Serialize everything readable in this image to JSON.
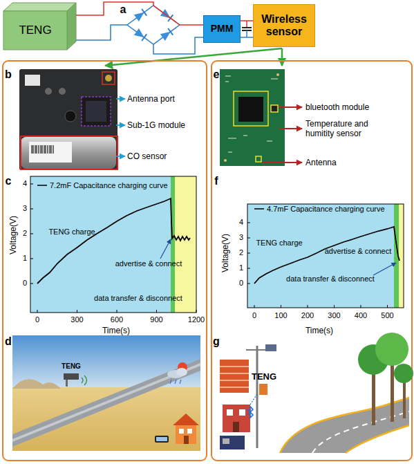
{
  "diagram": {
    "nodes": [
      {
        "text": [
          "TENG"
        ]
      },
      {
        "text": [
          "PMM"
        ]
      },
      {
        "text": [
          "Wireless sensor"
        ]
      }
    ],
    "edges": [
      {
        "from": 0,
        "to": 1,
        "arrow": "none"
      },
      {
        "from": 1,
        "to": 2,
        "arrow": "none"
      }
    ],
    "labels": [
      "a",
      "b",
      "Antenna port",
      "Sub-1G module",
      "CO sensor",
      "c",
      "Voltage(V)",
      "4",
      "3",
      "2",
      "1",
      "0",
      "Time(s)",
      "0",
      "300",
      "600",
      "900",
      "1200",
      "TENG charge",
      "advertise & connect",
      "data transfer & disconnect",
      "d",
      "TENG",
      "e",
      "bluetooth module",
      "Temperature and humitity sensor",
      "Antenna",
      "f",
      "Voltage(V)",
      "4",
      "3",
      "2",
      "1",
      "0",
      "Time(s)",
      "0",
      "100",
      "200",
      "300",
      "400",
      "500",
      "TENG charge",
      "advertise & connect",
      "data transfer & disconnect",
      "g",
      "TENG"
    ],
    "legend": [
      {
        "text": "7.2mF Capacitance charging curve"
      },
      {
        "text": "4.7mF Capacitance charging curve"
      }
    ]
  }
}
